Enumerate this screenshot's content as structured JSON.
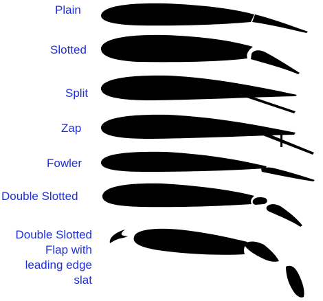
{
  "figure": {
    "flap_types": [
      {
        "label": "Plain"
      },
      {
        "label": "Slotted"
      },
      {
        "label": "Split"
      },
      {
        "label": "Zap"
      },
      {
        "label": "Fowler"
      },
      {
        "label": "Double Slotted"
      },
      {
        "label_lines": [
          "Double Slotted",
          "Flap with",
          "leading edge",
          "slat"
        ]
      }
    ]
  }
}
